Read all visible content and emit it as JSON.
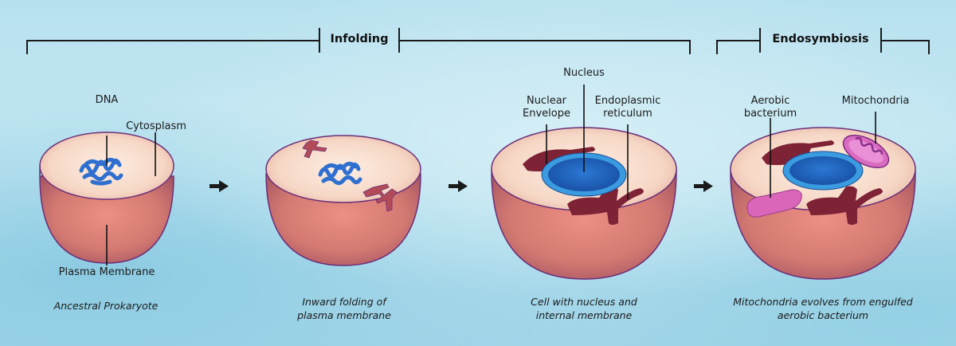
{
  "title": "Evolution of the eukaryotic cell",
  "phases": [
    {
      "label": "Infolding"
    },
    {
      "label": "Endosymbiosis"
    }
  ],
  "stages": [
    {
      "caption": [
        "Ancestral Prokaryote"
      ],
      "labels": {
        "dna": "DNA",
        "cytoplasm": "Cytosplasm",
        "plasma_membrane": "Plasma Membrane"
      }
    },
    {
      "caption": [
        "Inward folding of",
        "plasma membrane"
      ]
    },
    {
      "caption": [
        "Cell with nucleus and",
        "internal membrane"
      ],
      "labels": {
        "nucleus": "Nucleus",
        "nuclear_envelope": [
          "Nuclear",
          "Envelope"
        ],
        "er": [
          "Endoplasmic",
          "reticulum"
        ]
      }
    },
    {
      "caption": [
        "Mitochondria evolves from engulfed",
        "aerobic bacterium"
      ],
      "labels": {
        "aerobic_bacterium": [
          "Aerobic",
          "bacterium"
        ],
        "mitochondria": "Mitochondria"
      }
    }
  ],
  "arrows": [
    "right-arrow-icon",
    "right-arrow-icon",
    "right-arrow-icon"
  ],
  "colors": {
    "cell_outer": "#d27a72",
    "cell_inner": "#f8dccb",
    "membrane_outline": "#6b2f7a",
    "dna": "#2f6fd0",
    "nucleus": "#1f63bf",
    "nuclear_envelope": "#3b9be0",
    "er": "#7e2236",
    "bacterium": "#d966b8",
    "mitochondria": "#c95db0",
    "text": "#1b1b1b"
  }
}
